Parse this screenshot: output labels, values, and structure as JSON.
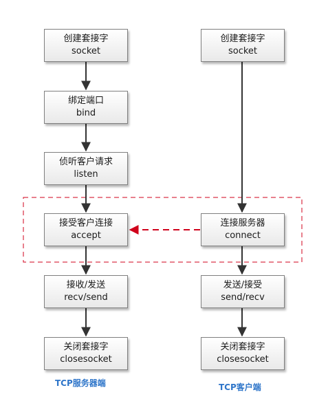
{
  "server": {
    "caption": "TCP服务器端",
    "steps": [
      {
        "cn": "创建套接字",
        "en": "socket"
      },
      {
        "cn": "绑定端口",
        "en": "bind"
      },
      {
        "cn": "侦听客户请求",
        "en": "listen"
      },
      {
        "cn": "接受客户连接",
        "en": "accept"
      },
      {
        "cn": "接收/发送",
        "en": "recv/send"
      },
      {
        "cn": "关闭套接字",
        "en": "closesocket"
      }
    ]
  },
  "client": {
    "caption": "TCP客户端",
    "steps": [
      {
        "cn": "创建套接字",
        "en": "socket"
      },
      {
        "cn": "连接服务器",
        "en": "connect"
      },
      {
        "cn": "发送/接受",
        "en": "send/recv"
      },
      {
        "cn": "关闭套接字",
        "en": "closesocket"
      }
    ]
  },
  "colors": {
    "arrow": "#333333",
    "connection": "#d0021b",
    "caption": "#2e75c9"
  }
}
